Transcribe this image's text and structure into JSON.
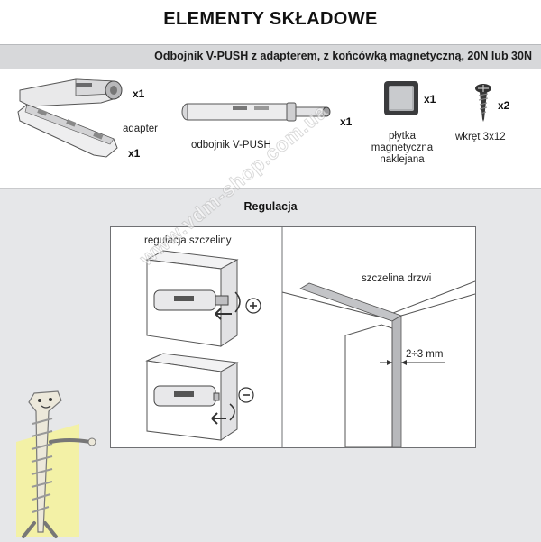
{
  "header": {
    "title": "ELEMENTY SKŁADOWE",
    "subtitle": "Odbojnik V-PUSH z adapterem, z końcówką magnetyczną, 20N lub 30N"
  },
  "components": {
    "adapter": {
      "label": "adapter",
      "qty_top": "x1",
      "qty_bottom": "x1"
    },
    "push": {
      "label": "odbojnik V-PUSH",
      "qty": "x1"
    },
    "plate": {
      "label_line1": "płytka",
      "label_line2": "magnetyczna",
      "label_line3": "naklejana",
      "qty": "x1"
    },
    "screw": {
      "label": "wkręt 3x12",
      "qty": "x2"
    }
  },
  "regulation": {
    "title": "Regulacja",
    "gap_adjust_label": "regulacja szczeliny",
    "door_gap_label": "szczelina drzwi",
    "gap_value": "2÷3 mm"
  },
  "watermark": "www.vdm-shop.com.ua",
  "colors": {
    "section_bg": "#e6e7e9",
    "bar_bg": "#d7d8da",
    "logo_yellow": "#f3f1a6"
  }
}
